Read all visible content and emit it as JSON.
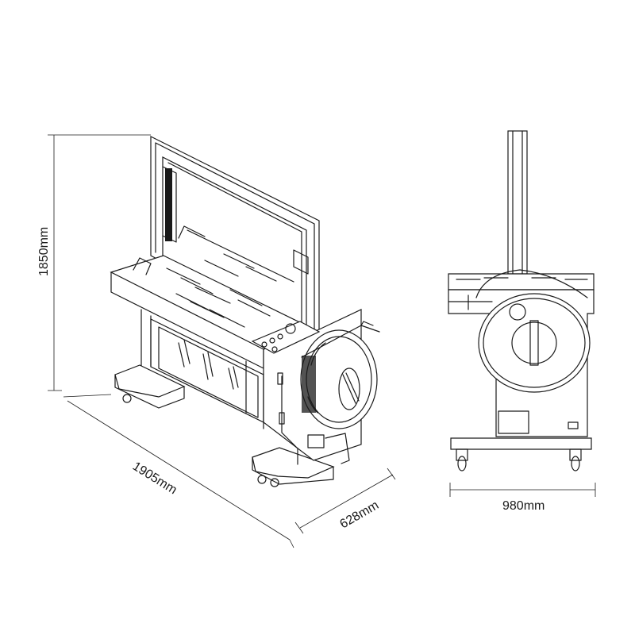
{
  "dimensions": {
    "height": "1850mm",
    "length": "1905mm",
    "depth": "628mm",
    "width": "980mm"
  },
  "colors": {
    "line": "#1a1a1a",
    "background": "#ffffff"
  }
}
